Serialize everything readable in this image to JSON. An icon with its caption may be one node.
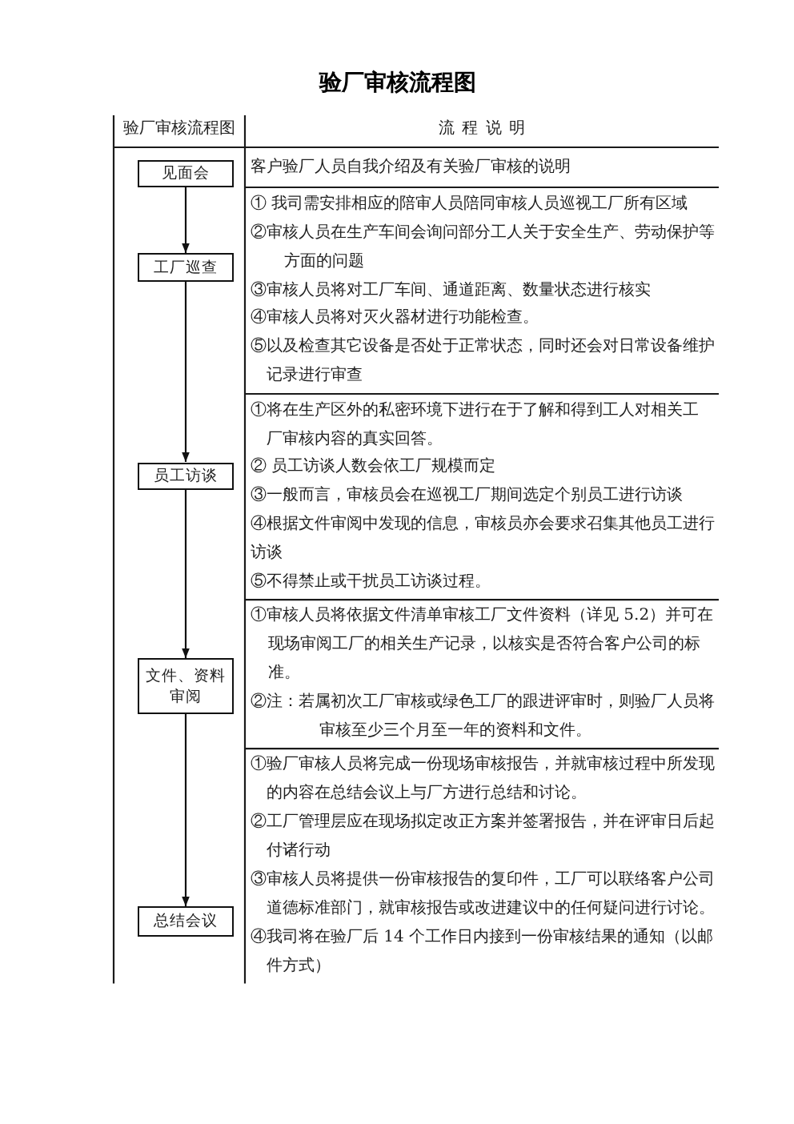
{
  "diagram": {
    "title": "验厂审核流程图",
    "nodes": [
      {
        "text": [
          "见面会"
        ]
      },
      {
        "text": [
          "工厂巡查"
        ]
      },
      {
        "text": [
          "员工访谈"
        ]
      },
      {
        "text": [
          "文件、资料审阅"
        ]
      },
      {
        "text": [
          "总结会议"
        ]
      }
    ],
    "edges": [
      {
        "from": 0,
        "to": 1,
        "arrow": "to"
      },
      {
        "from": 1,
        "to": 2,
        "arrow": "to"
      },
      {
        "from": 2,
        "to": 3,
        "arrow": "to"
      },
      {
        "from": 3,
        "to": 4,
        "arrow": "to"
      }
    ],
    "labels": [
      "验厂审核流程图",
      "流 程 说 明",
      "客户验厂人员自我介绍及有关验厂审核的说明",
      "① 我司需安排相应的陪审人员陪同审核人员巡视工厂所有区域",
      "②审核人员在生产车间会询问部分工人关于安全生产、劳动保护等方面的问题",
      "③审核人员将对工厂车间、通道距离、数量状态进行核实",
      "④审核人员将对灭火器材进行功能检查。",
      "⑤以及检查其它设备是否处于正常状态，同时还会对日常设备维护记录进行审查",
      "①将在生产区外的私密环境下进行在于了解和得到工人对相关工厂审核内容的真实回答。",
      "② 员工访谈人数会依工厂规模而定",
      "③一般而言，审核员会在巡视工厂期间选定个别员工进行访谈",
      "④根据文件审阅中发现的信息，审核员亦会要求召集其他员工进行访谈",
      "⑤不得禁止或干扰员工访谈过程。",
      "①审核人员将依据文件清单审核工厂文件资料（详见 5.2）并可在现场审阅工厂的相关生产记录，以核实是否符合客户公司的标准。",
      "②注：若属初次工厂审核或绿色工厂的跟进评审时，则验厂人员将审核至少三个月至一年的资料和文件。",
      "①验厂审核人员将完成一份现场审核报告，并就审核过程中所发现的内容在总结会议上与厂方进行总结和讨论。",
      "②工厂管理层应在现场拟定改正方案并签署报告，并在评审日后起付诸行动",
      "③审核人员将提供一份审核报告的复印件，工厂可以联络客户公司道德标准部门，就审核报告或改进建议中的任何疑问进行讨论。",
      "④我司将在验厂后 14 个工作日内接到一份审核结果的通知（以邮件方式）"
    ]
  }
}
